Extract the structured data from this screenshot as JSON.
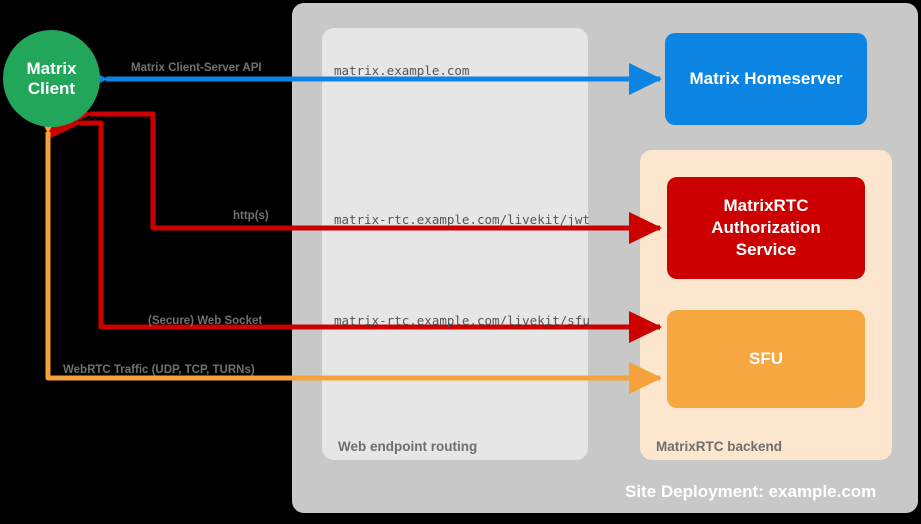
{
  "diagram": {
    "title": "Site Deployment: example.com",
    "nodes": {
      "client": {
        "label": "Matrix\nClient",
        "color": "#22a65a",
        "shape": "circle"
      },
      "homeserver": {
        "label": "Matrix Homeserver",
        "color": "#0b84e3",
        "shape": "rounded-rect"
      },
      "auth_service": {
        "label": "MatrixRTC\nAuthorization\nService",
        "color": "#cc0000",
        "shape": "rounded-rect"
      },
      "sfu": {
        "label": "SFU",
        "color": "#f7a73f",
        "shape": "rounded-rect"
      }
    },
    "panels": {
      "site": {
        "caption": "Site Deployment: example.com",
        "color": "#c8c8c8"
      },
      "routing": {
        "caption": "Web endpoint routing",
        "color": "#e6e6e6"
      },
      "backend": {
        "caption": "MatrixRTC backend",
        "color": "#fce6cd"
      }
    },
    "endpoints": [
      {
        "name": "matrix",
        "text": "matrix.example.com"
      },
      {
        "name": "livekit-jwt",
        "text": "matrix-rtc.example.com/livekit/jwt"
      },
      {
        "name": "livekit-sfu",
        "text": "matrix-rtc.example.com/livekit/sfu"
      }
    ],
    "connections": [
      {
        "name": "client-server-api",
        "label": "Matrix Client-Server API",
        "color": "#0b84e3",
        "direction": "bidirectional"
      },
      {
        "name": "https",
        "label": "http(s)",
        "color": "#cc0000",
        "direction": "bidirectional"
      },
      {
        "name": "web-socket",
        "label": "(Secure) Web Socket",
        "color": "#cc0000",
        "direction": "bidirectional"
      },
      {
        "name": "webrtc",
        "label": "WebRTC Traffic (UDP, TCP, TURNs)",
        "color": "#f5a23c",
        "direction": "bidirectional"
      }
    ]
  }
}
